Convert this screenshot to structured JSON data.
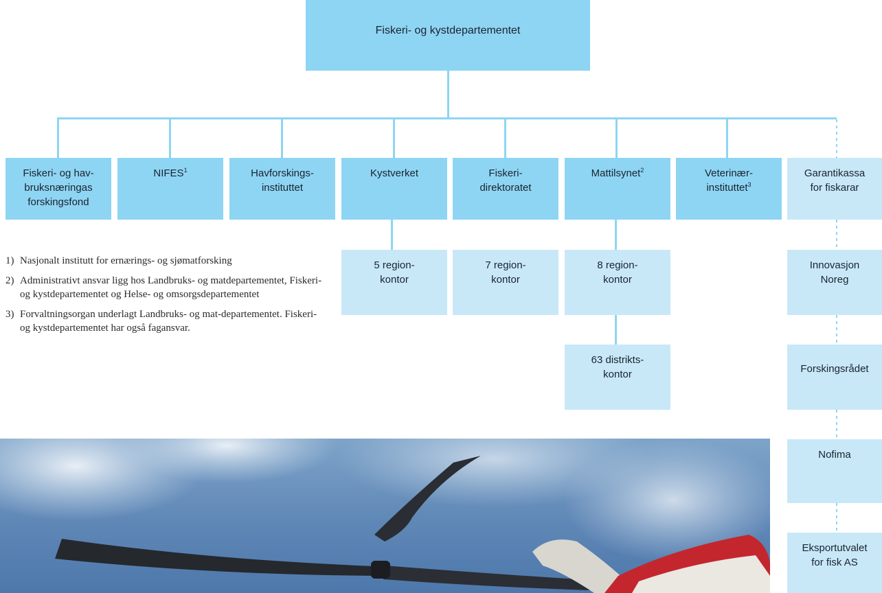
{
  "org_chart": {
    "root": {
      "label": "Fiskeri- og kystdepartementet"
    },
    "units": [
      {
        "label": "Fiskeri- og hav-\nbruksnæringas\nforskingsfond",
        "note": ""
      },
      {
        "label": "NIFES",
        "note": "1"
      },
      {
        "label": "Havforskings-\ninstituttet",
        "note": ""
      },
      {
        "label": "Kystverket",
        "note": ""
      },
      {
        "label": "Fiskeri-\ndirektoratet",
        "note": ""
      },
      {
        "label": "Mattilsynet",
        "note": "2"
      },
      {
        "label": "Veterinær-\ninstituttet",
        "note": "3"
      },
      {
        "label": "Garantikassa\nfor fiskarar",
        "note": ""
      }
    ],
    "regional_offices": [
      {
        "label": "5 region-\nkontor"
      },
      {
        "label": "7 region-\nkontor"
      },
      {
        "label": "8 region-\nkontor"
      },
      {
        "label": "63 distrikts-\nkontor"
      }
    ],
    "affiliated": [
      {
        "label": "Innovasjon\nNoreg"
      },
      {
        "label": "Forskingsrådet"
      },
      {
        "label": "Nofima"
      },
      {
        "label": "Eksportutvalet\nfor fisk AS"
      }
    ]
  },
  "footnotes": [
    {
      "num": "1)",
      "text": "Nasjonalt institutt for ernærings- og sjømatforsking"
    },
    {
      "num": "2)",
      "text": "Administrativt ansvar ligg hos Landbruks- og matdepartementet, Fiskeri- og kystdepartementet og Helse- og omsorgsdepartementet"
    },
    {
      "num": "3)",
      "text": "Forvaltningsorgan underlagt Landbruks- og mat-departementet. Fiskeri- og kystdepartementet har også fagansvar."
    }
  ],
  "colors": {
    "primary_box": "#8ed5f3",
    "secondary_box": "#c8e8f8",
    "connector": "#8ed5f3"
  }
}
